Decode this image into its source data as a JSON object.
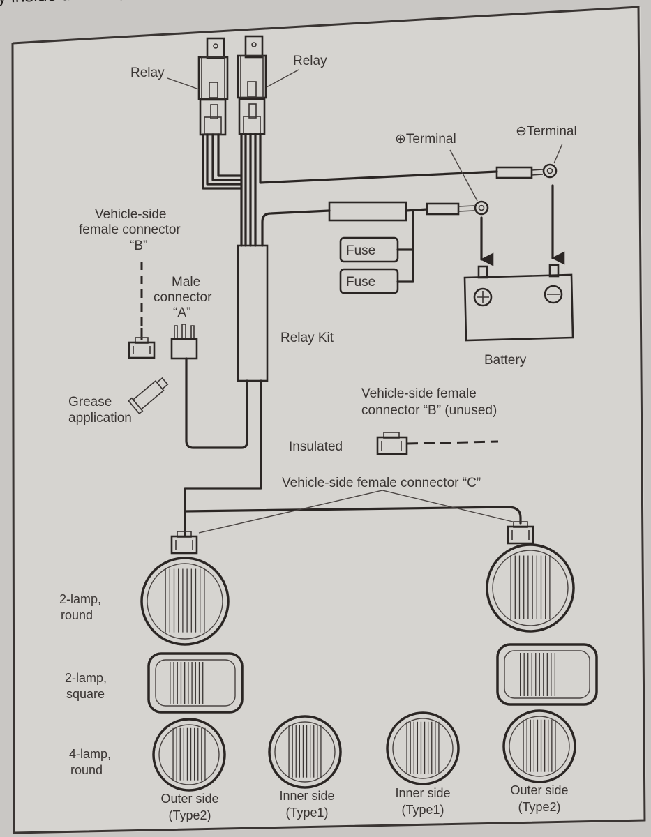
{
  "header_text": "y inside the cab, route it along the vehicle",
  "diagram": {
    "title": "Relay kit wiring diagram",
    "labels": {
      "relay_left": "Relay",
      "relay_right": "Relay",
      "plus_terminal": "⊕Terminal",
      "minus_terminal": "⊖Terminal",
      "fuse_1": "Fuse",
      "fuse_2": "Fuse",
      "battery": "Battery",
      "battery_plus": "+",
      "battery_minus": "−",
      "relay_kit": "Relay Kit",
      "connector_b_line1": "Vehicle-side",
      "connector_b_line2": "female connector",
      "connector_b_line3": "“B”",
      "connector_a_line1": "Male",
      "connector_a_line2": "connector",
      "connector_a_line3": "“A”",
      "grease_line1": "Grease",
      "grease_line2": "application",
      "unused_b_line1": "Vehicle-side female",
      "unused_b_line2": "connector “B” (unused)",
      "insulated": "Insulated",
      "connector_c": "Vehicle-side female connector “C”",
      "lamp_2_round_line1": "2-lamp,",
      "lamp_2_round_line2": "round",
      "lamp_2_square_line1": "2-lamp,",
      "lamp_2_square_line2": "square",
      "lamp_4_round_line1": "4-lamp,",
      "lamp_4_round_line2": "round"
    },
    "four_lamp_positions": [
      {
        "side": "Outer side",
        "type": "(Type2)"
      },
      {
        "side": "Inner side",
        "type": "(Type1)"
      },
      {
        "side": "Inner side",
        "type": "(Type1)"
      },
      {
        "side": "Outer side",
        "type": "(Type2)"
      }
    ]
  }
}
